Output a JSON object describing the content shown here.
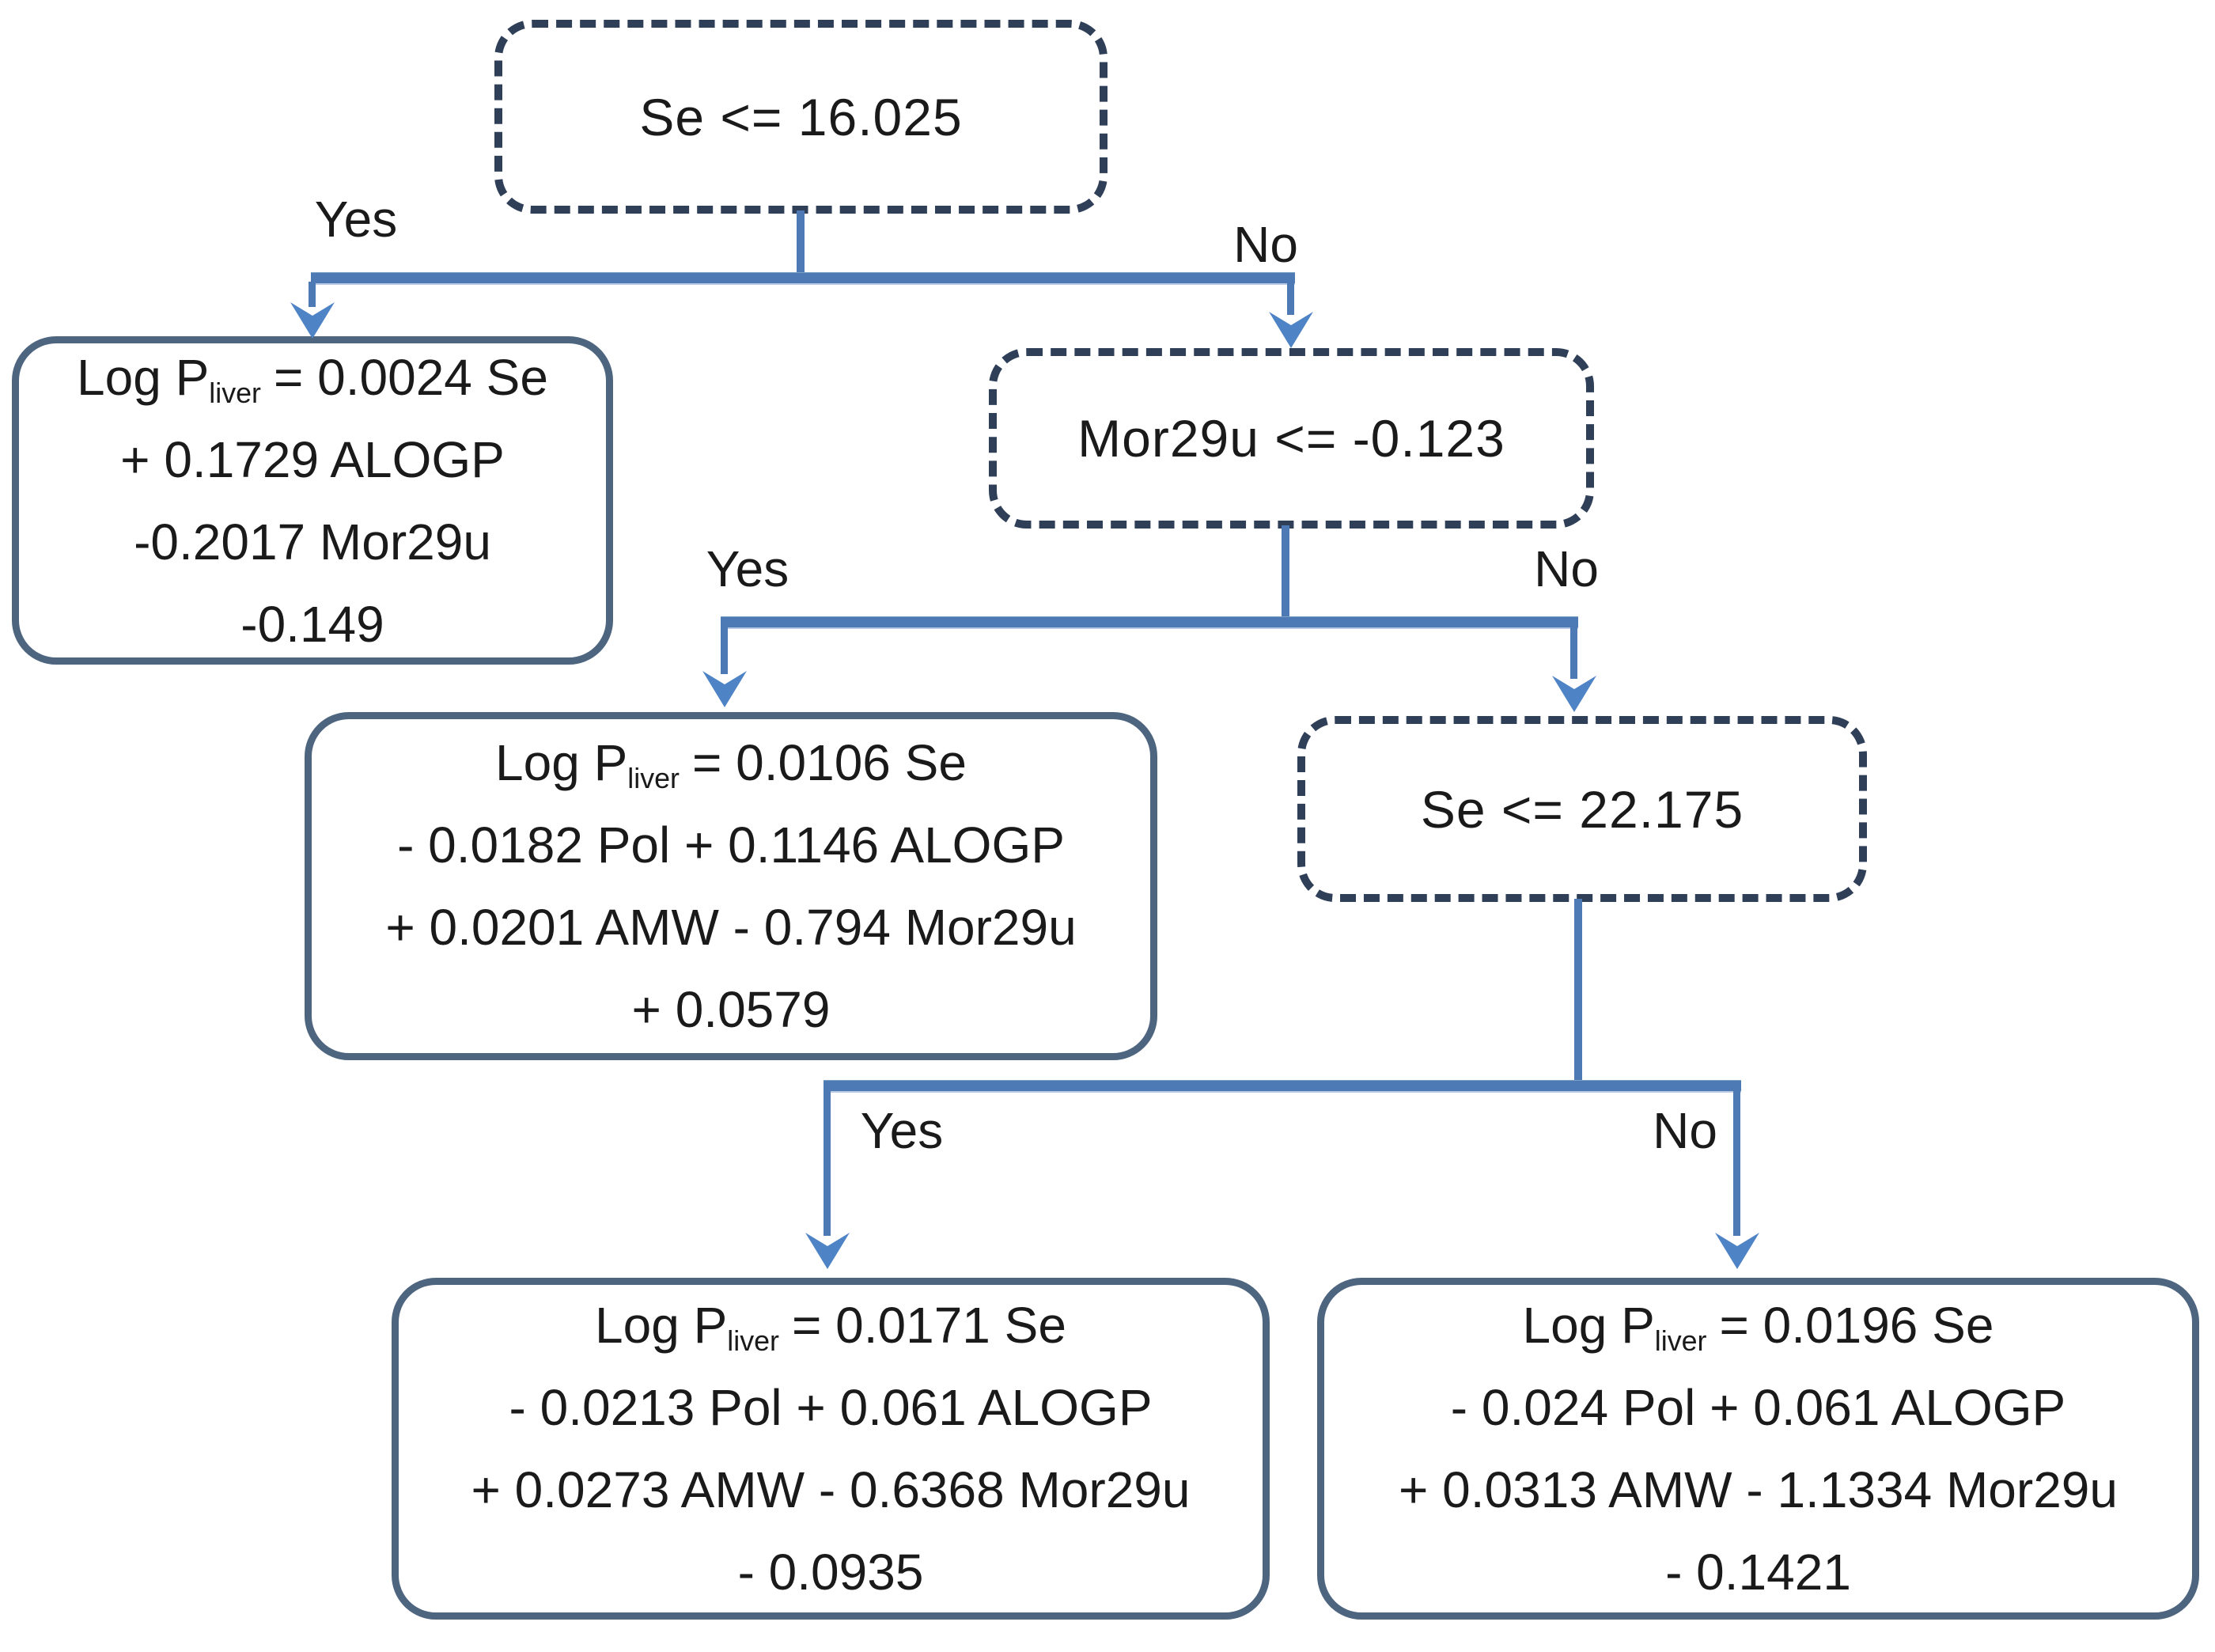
{
  "figure": {
    "kind": "decision-tree",
    "description": "Regression decision tree for Log P liver with molecular descriptor conditions"
  },
  "branch_labels": {
    "yes": "Yes",
    "no": "No"
  },
  "decisions": {
    "root": {
      "condition": "Se <= 16.025"
    },
    "mor29u": {
      "condition": "Mor29u <= -0.123"
    },
    "se2": {
      "condition": "Se <= 22.175"
    }
  },
  "leaves": {
    "leaf1": {
      "lhs": "Log P",
      "lhs_sub": "liver",
      "eq": "= 0.0024 Se",
      "line2": "+ 0.1729 ALOGP",
      "line3": "-0.2017 Mor29u",
      "line4": "-0.149"
    },
    "leaf2": {
      "lhs": "Log P",
      "lhs_sub": "liver",
      "eq": "= 0.0106 Se",
      "line2": "- 0.0182 Pol + 0.1146 ALOGP",
      "line3": "+ 0.0201 AMW - 0.794 Mor29u",
      "line4": "+ 0.0579"
    },
    "leaf3": {
      "lhs": "Log P",
      "lhs_sub": "liver",
      "eq": "= 0.0171 Se",
      "line2": "- 0.0213 Pol + 0.061 ALOGP",
      "line3": "+ 0.0273 AMW - 0.6368 Mor29u",
      "line4": "- 0.0935"
    },
    "leaf4": {
      "lhs": "Log P",
      "lhs_sub": "liver",
      "eq": "= 0.0196 Se",
      "line2": "- 0.024 Pol + 0.061 ALOGP",
      "line3": "+ 0.0313 AMW - 1.1334 Mor29u",
      "line4": "- 0.1421"
    }
  },
  "colors": {
    "connector": "#4d79b4",
    "arrowhead": "#4e83c6",
    "solid_border": "#4e6580",
    "dashed_border": "#2f3f58",
    "text": "#1a1a1a",
    "background": "#ffffff"
  }
}
